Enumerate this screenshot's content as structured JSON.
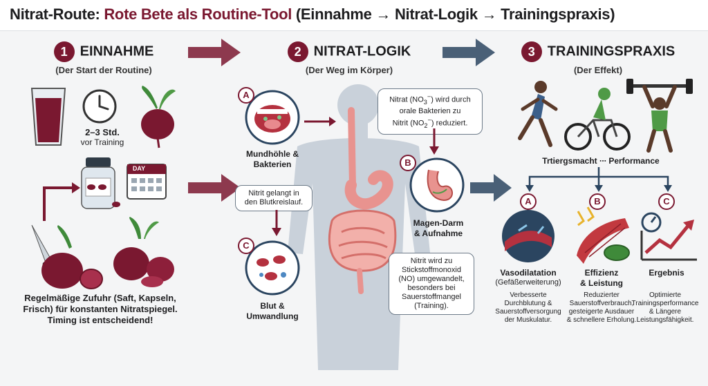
{
  "title": {
    "prefix": "Nitrat-Route: ",
    "accent": "Rote Bete als Routine-Tool",
    "suffix": " (Einnahme → Nitrat-Logik → Trainingspraxis)"
  },
  "steps": [
    {
      "num": "1",
      "title": "EINNAHME",
      "subtitle": "(Der Start der Routine)"
    },
    {
      "num": "2",
      "title": "NITRAT-LOGIK",
      "subtitle": "(Der Weg im Körper)"
    },
    {
      "num": "3",
      "title": "TRAININGSPRAXIS",
      "subtitle": "(Der Effekt)"
    }
  ],
  "einnahme": {
    "timing_line1": "2–3 Std.",
    "timing_line2": "vor Training",
    "calendar_label": "DAY",
    "description_line1": "Regelmäßige Zufuhr (Saft, Kapseln,",
    "description_line2": "Frisch) für konstanten Nitratspiegel.",
    "description_line3": "Timing ist entscheidend!"
  },
  "logik": {
    "stage_a_badge": "A",
    "stage_a_label_1": "Mundhöhle &",
    "stage_a_label_2": "Bakterien",
    "bubble_a_1": "Nitrat (NO",
    "bubble_a_sub1": "3",
    "bubble_a_sup1": "−",
    "bubble_a_2": ") wird durch",
    "bubble_a_3": "orale Bakterien zu",
    "bubble_a_4": "Nitrit (NO",
    "bubble_a_sub2": "2",
    "bubble_a_sup2": "−",
    "bubble_a_5": ") reduziert.",
    "stage_b_badge": "B",
    "stage_b_label_1": "Magen-Darm",
    "stage_b_label_2": "& Aufnahme",
    "bubble_b_1": "Nitrit gelangt in",
    "bubble_b_2": "den Blutkreislauf.",
    "stage_c_badge": "C",
    "stage_c_label_1": "Blut &",
    "stage_c_label_2": "Umwandlung",
    "bubble_c_1": "Nitrit wird zu",
    "bubble_c_2": "Stickstoffmonoxid",
    "bubble_c_3": "(NO) umgewandelt,",
    "bubble_c_4": "besonders bei",
    "bubble_c_5": "Sauerstoffmangel",
    "bubble_c_6": "(Training)."
  },
  "praxis": {
    "performance_label": "Trtiergsmacht ∙∙∙ Performance",
    "effects": [
      {
        "badge": "A",
        "title": "Vasodilatation",
        "subtitle": "(Gefäßerweiterung)",
        "desc1": "Verbesserte",
        "desc2": "Durchblutung &",
        "desc3": "Sauerstoffversorgung",
        "desc4": "der Muskulatur."
      },
      {
        "badge": "B",
        "title": "Effizienz",
        "subtitle": "& Leistung",
        "desc1": "Reduzierter",
        "desc2": "Sauerstoffverbrauch,",
        "desc3": "gesteigerte Ausdauer",
        "desc4": "& schnellere Erholung."
      },
      {
        "badge": "C",
        "title": "Ergebnis",
        "subtitle": "",
        "desc1": "Optimierte",
        "desc2": "Trainingsperformance",
        "desc3": "& Längere",
        "desc4": "Leistungsfähigkeit."
      }
    ]
  },
  "colors": {
    "beet": "#7a1830",
    "navy": "#2b4560",
    "body": "#c9d1da",
    "organ": "#e8938f"
  }
}
